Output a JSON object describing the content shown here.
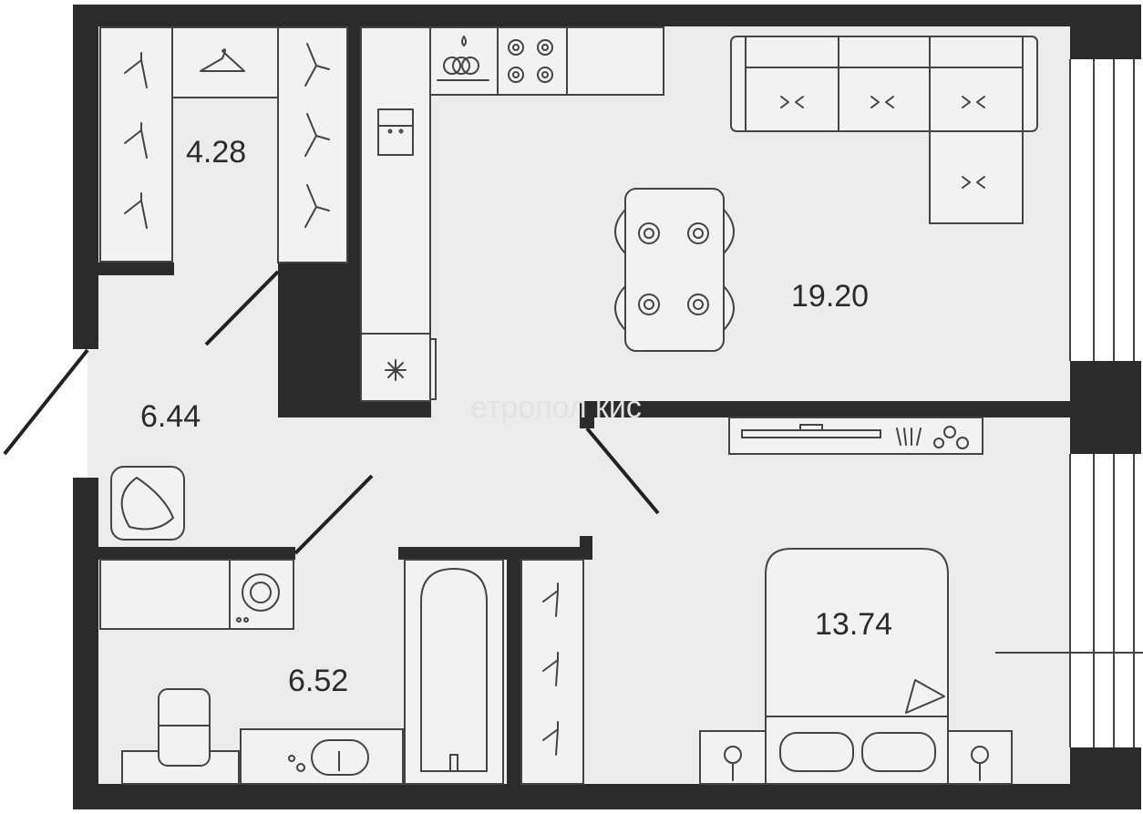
{
  "rooms": [
    {
      "id": "wardrobe",
      "area": "4.28"
    },
    {
      "id": "hall",
      "area": "6.44"
    },
    {
      "id": "kitchen-living",
      "area": "19.20"
    },
    {
      "id": "bathroom",
      "area": "6.52"
    },
    {
      "id": "bedroom",
      "area": "13.74"
    }
  ],
  "watermark": "етропол кис",
  "colors": {
    "wall": "#2b2b2b",
    "floor": "#ececec",
    "line": "#444444"
  }
}
